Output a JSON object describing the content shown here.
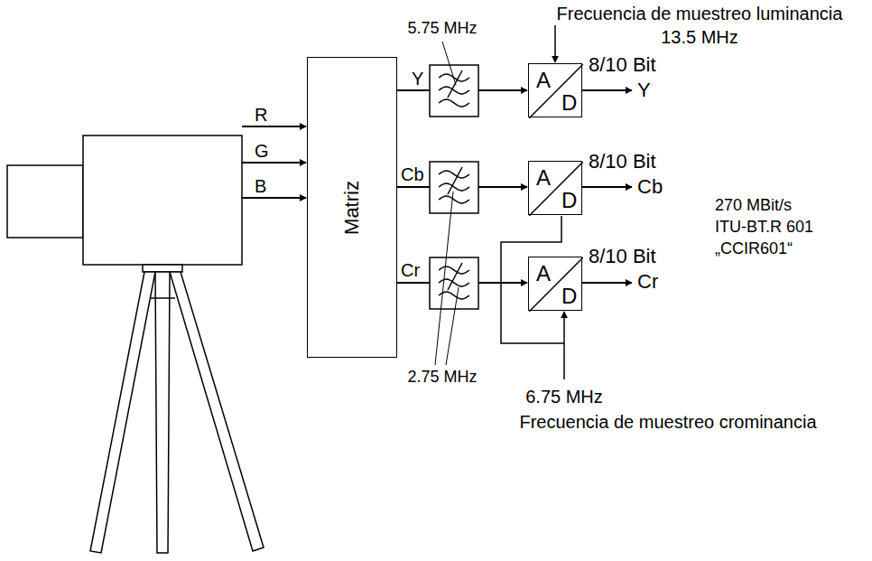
{
  "diagram": {
    "nodes": [
      {
        "text": [
          "Matriz"
        ]
      },
      {
        "text": [
          "A",
          "D"
        ]
      },
      {
        "text": [
          "A",
          "D"
        ]
      },
      {
        "text": [
          "A",
          "D"
        ]
      }
    ],
    "labels": [
      "Frecuencia de muestreo luminancia",
      "13.5 MHz",
      "5.75 MHz",
      "R",
      "G",
      "B",
      "Y",
      "Cb",
      "Cr",
      "8/10 Bit",
      "Y",
      "8/10 Bit",
      "Cb",
      "8/10 Bit",
      "Cr",
      "2.75 MHz",
      "270 MBit/s",
      "ITU-BT.R 601",
      "„CCIR601“",
      "6.75 MHz",
      "Frecuencia de muestreo crominancia"
    ]
  }
}
